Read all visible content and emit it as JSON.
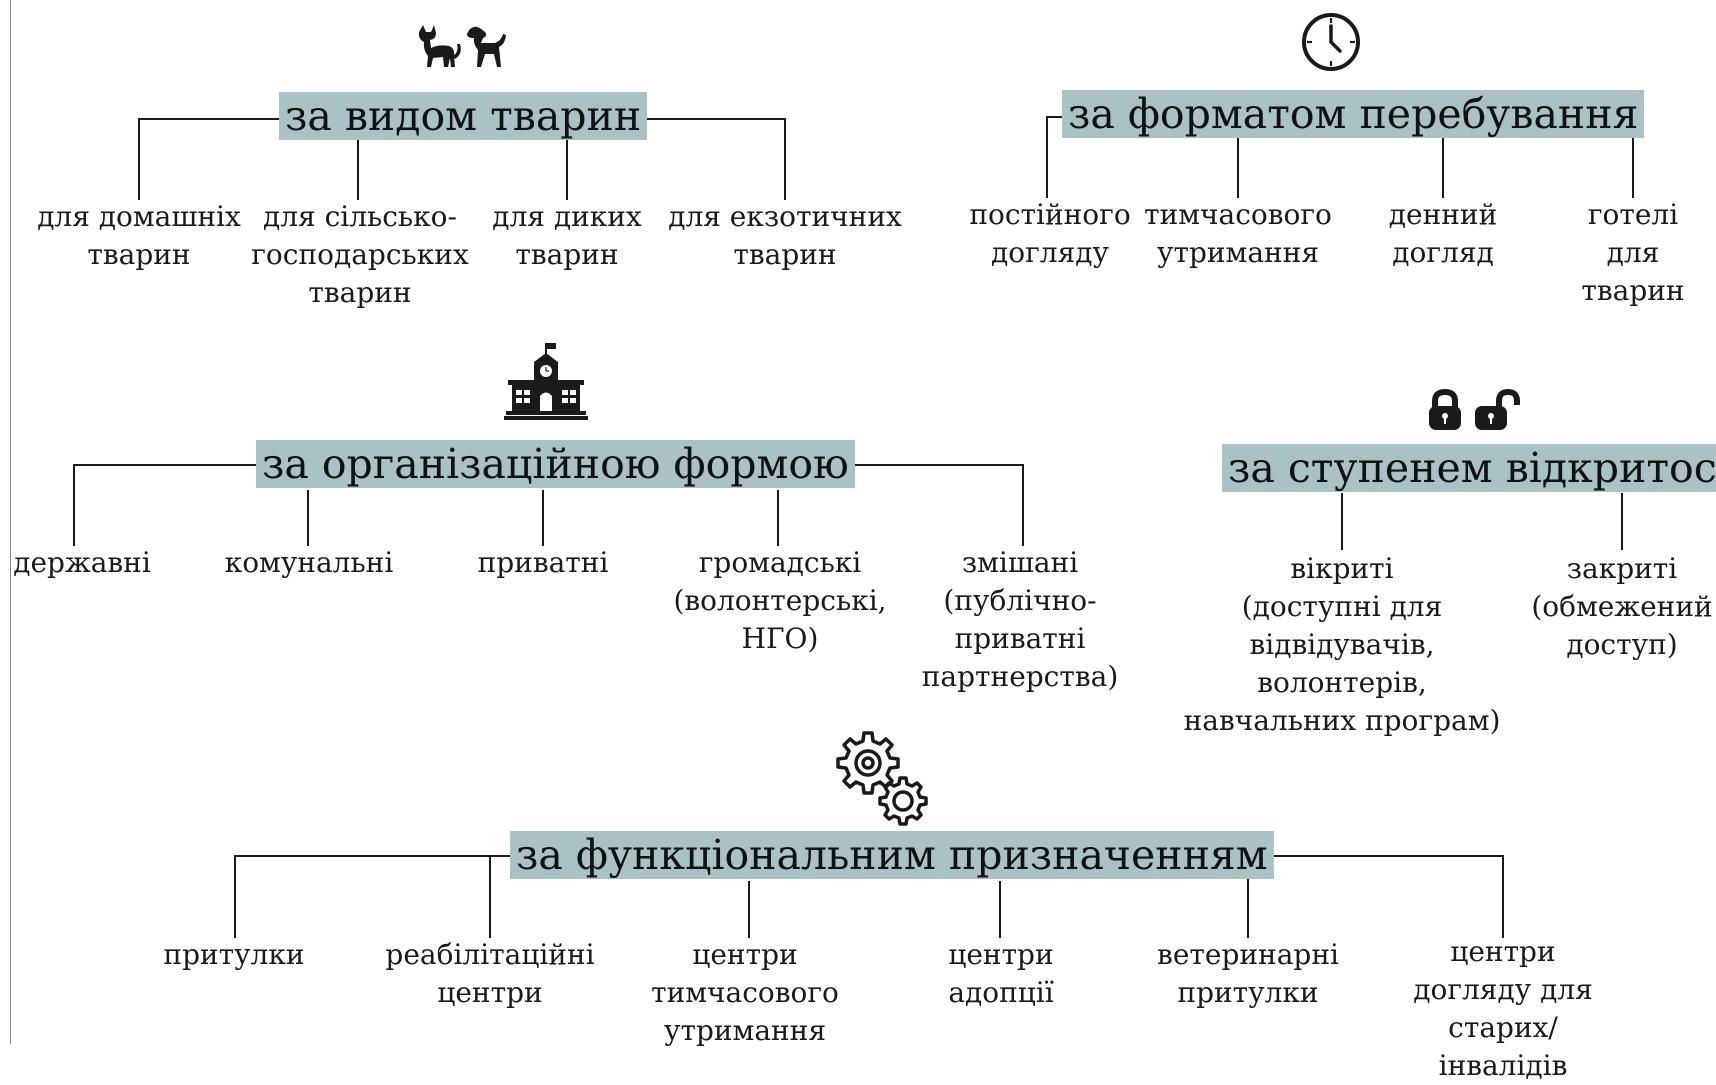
{
  "groups": {
    "animal_type": {
      "title": "за видом тварин",
      "children": [
        "для домашніх\nтварин",
        "для сільсько-\nгосподарських\nтварин",
        "для диких\nтварин",
        "для екзотичних\nтварин"
      ]
    },
    "stay_format": {
      "title": "за форматом перебування",
      "children": [
        "постійного\nдогляду",
        "тимчасового\nутримання",
        "денний\nдогляд",
        "готелі для\nтварин"
      ]
    },
    "org_form": {
      "title": "за організаційною формою",
      "children": [
        "державні",
        "комунальні",
        "приватні",
        "громадські\n(волонтерські,\nНГО)",
        "змішані\n(публічно-\nприватні\nпартнерства)"
      ]
    },
    "openness": {
      "title": "за ступенем відкритості",
      "children": [
        "вікриті\n(доступні для\nвідвідувачів,\nволонтерів,\nнавчальних програм)",
        "закриті\n(обмежений\nдоступ)"
      ]
    },
    "function": {
      "title": "за функціональним призначенням",
      "children": [
        "притулки",
        "реабілітаційні\nцентри",
        "центри\nтимчасового\nутримання",
        "центри\nадопції",
        "ветеринарні\nпритулки",
        "центри\nдогляду для\nстарих/інвалідів"
      ]
    }
  },
  "icons": [
    "cat-dog-icon",
    "clock-icon",
    "building-icon",
    "lock-icon",
    "unlock-icon",
    "gears-icon"
  ],
  "colors": {
    "header_bg": "#a9c2c5",
    "line": "#1a1a1a"
  }
}
